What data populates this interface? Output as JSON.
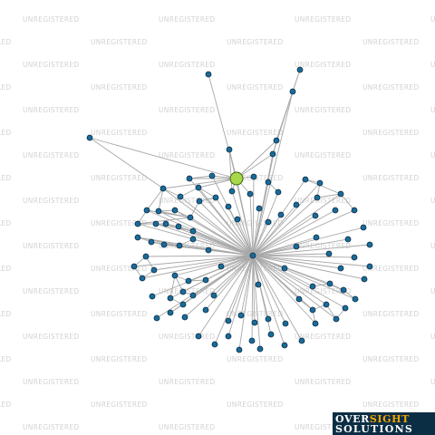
{
  "watermark": {
    "text": "UNREGISTERED"
  },
  "logo": {
    "line1_part1": "OVER",
    "line1_part2": "SIGHT",
    "line2": "SOLUTIONS"
  },
  "colors": {
    "node": "#1a6b99",
    "node_stroke": "#0a2c44",
    "focus_node": "#a8d84a",
    "edge": "#a8a8a8"
  }
}
